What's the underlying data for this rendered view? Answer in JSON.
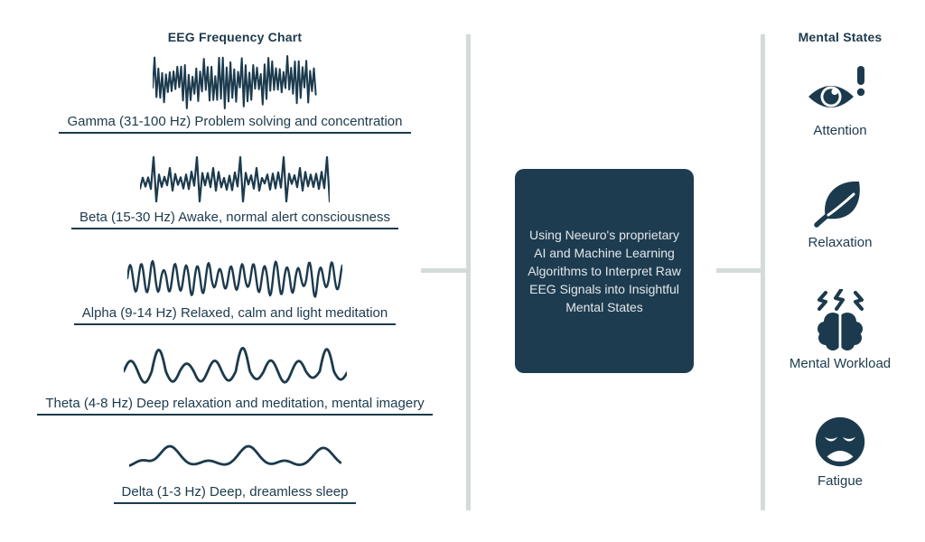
{
  "left_panel": {
    "title": "EEG Frequency Chart",
    "bands": [
      {
        "name": "Gamma",
        "wave": "gamma",
        "label": "Gamma (31-100 Hz) Problem solving and concentration"
      },
      {
        "name": "Beta",
        "wave": "beta",
        "label": "Beta (15-30 Hz) Awake, normal alert consciousness"
      },
      {
        "name": "Alpha",
        "wave": "alpha",
        "label": "Alpha (9-14 Hz) Relaxed, calm and light meditation"
      },
      {
        "name": "Theta",
        "wave": "theta",
        "label": "Theta (4-8 Hz) Deep relaxation and meditation, mental imagery"
      },
      {
        "name": "Delta",
        "wave": "delta",
        "label": "Delta (1-3 Hz) Deep, dreamless sleep"
      }
    ]
  },
  "center": {
    "text": "Using Neeuro's proprietary AI and Machine Learning Algorithms to Interpret Raw EEG Signals into Insightful Mental States"
  },
  "right_panel": {
    "title": "Mental States",
    "states": [
      {
        "label": "Attention",
        "icon": "attention-eye-icon"
      },
      {
        "label": "Relaxation",
        "icon": "relaxation-leaf-icon"
      },
      {
        "label": "Mental Workload",
        "icon": "mental-workload-brain-icon"
      },
      {
        "label": "Fatigue",
        "icon": "fatigue-face-icon"
      }
    ]
  },
  "colors": {
    "ink": "#1c3a4d",
    "box_bg": "#1d3c50",
    "box_text": "#e3e7ea",
    "connector": "#d3dcd8"
  }
}
